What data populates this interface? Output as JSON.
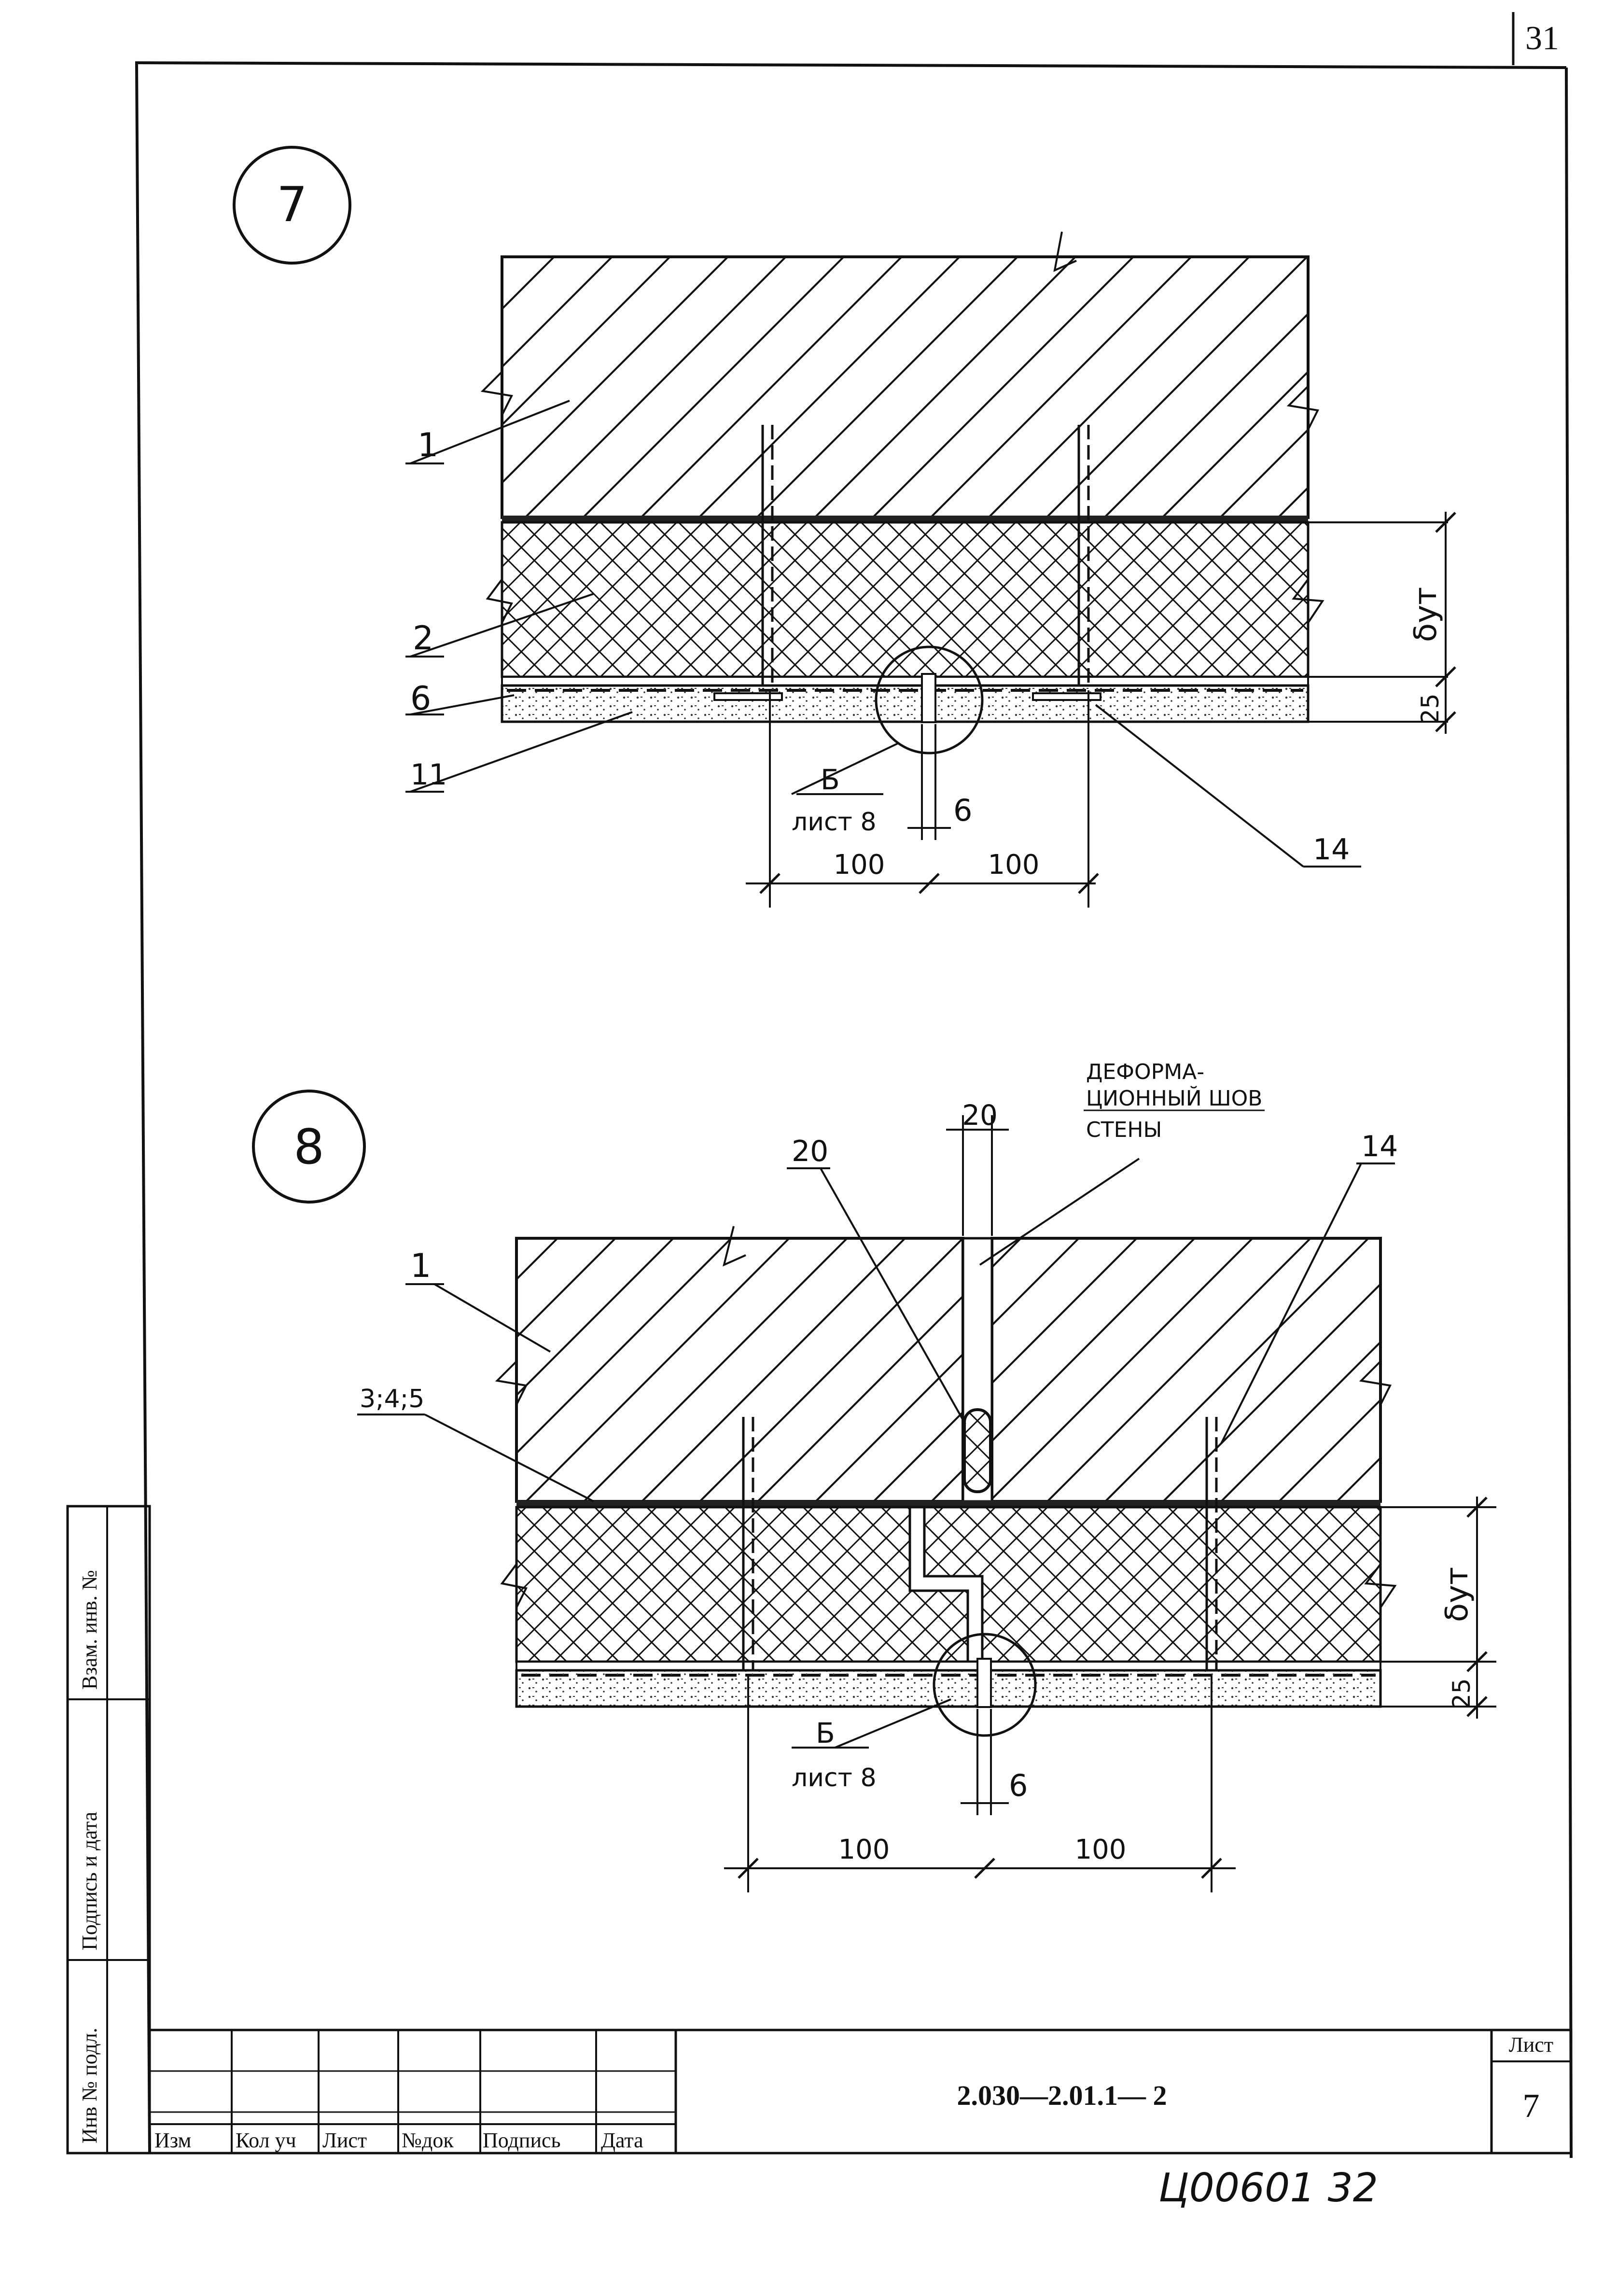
{
  "page": {
    "corner_number": "31",
    "bottom_code": "Ц00601 32"
  },
  "detail7": {
    "number": "7",
    "labels": {
      "wall": "1",
      "insulation": "2",
      "mesh": "6",
      "plaster": "11",
      "anchor": "14"
    },
    "callout": {
      "name": "Б",
      "ref": "лист 8"
    },
    "dims": {
      "gap": "6",
      "left": "100",
      "right": "100",
      "thickness": "δут",
      "layer": "25"
    }
  },
  "detail8": {
    "number": "8",
    "joint_note": [
      "ДЕФОРМА-",
      "ЦИОННЫЙ ШОВ",
      "СТЕНЫ"
    ],
    "labels": {
      "wall": "1",
      "glue": "3;4;5",
      "filler": "20",
      "anchor": "14"
    },
    "callout": {
      "name": "Б",
      "ref": "лист 8"
    },
    "dims": {
      "joint_width": "20",
      "gap": "6",
      "left": "100",
      "right": "100",
      "thickness": "δут",
      "layer": "25"
    }
  },
  "side_stamp": [
    "Взам. инв. №",
    "Подпись и дата",
    "Инв № подл."
  ],
  "title_block": {
    "columns": [
      "Изм",
      "Кол уч",
      "Лист",
      "№док",
      "Подпись",
      "Дата"
    ],
    "code": "2.030—2.01.1— 2",
    "sheet_label": "Лист",
    "sheet_number": "7"
  }
}
